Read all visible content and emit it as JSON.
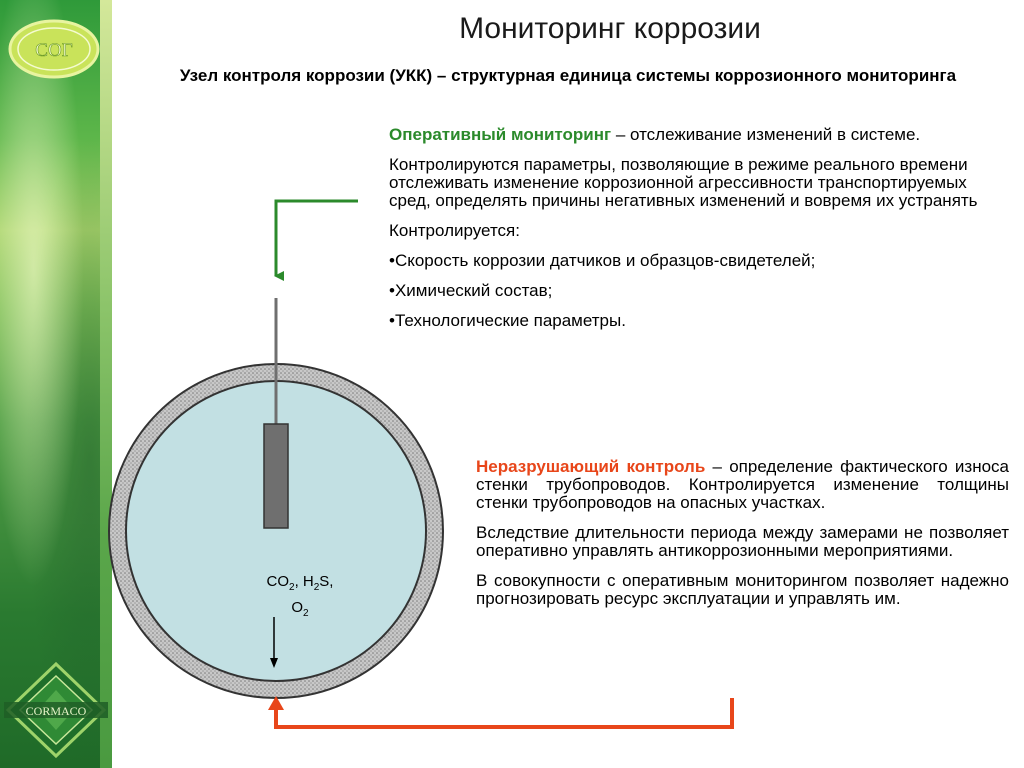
{
  "header": {
    "title": "Мониторинг коррозии",
    "subtitle": "Узел контроля коррозии (УКК) – структурная единица системы коррозионного мониторинга"
  },
  "operative": {
    "lead": "Оперативный мониторинг",
    "lead_rest": " – отслеживание изменений в системе.",
    "paragraph": "Контролируются параметры, позволяющие в режиме реального времени отслеживать изменение коррозионной агрессивности транспортируемых сред, определять причины негативных изменений и вовремя их устранять",
    "controlled_label": "Контролируется:",
    "bullets": [
      "•Скорость коррозии датчиков и образцов-свидетелей;",
      "•Химический состав;",
      "•Технологические параметры."
    ]
  },
  "ndt": {
    "lead": "Неразрушающий контроль",
    "lead_rest": " – определение фактического износа стенки трубопроводов. Контролируется изменение толщины стенки трубопроводов на опасных участках.",
    "paragraph2": "Вследствие длительности периода между замерами не позволяет оперативно управлять антикоррозионными мероприятиями.",
    "paragraph3": "В совокупности с оперативным мониторингом позволяет надежно прогнозировать ресурс эксплуатации и управлять им."
  },
  "diagram": {
    "gas": {
      "co": "CO",
      "co_sub": "2",
      "h": ", H",
      "h_sub": "2",
      "s": "S,",
      "o": "O",
      "o_sub": "2"
    }
  },
  "branding": {
    "top_logo_text": "СОГ",
    "bottom_logo_text": "CORMACO"
  },
  "colors": {
    "green_accent": "#2b8a2b",
    "red_accent": "#e8461a",
    "pipe_fill": "#c2e0e3",
    "probe_gray": "#6f6f6f"
  }
}
